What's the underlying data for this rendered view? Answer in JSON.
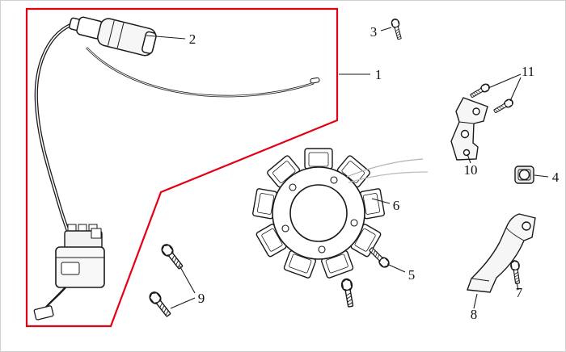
{
  "diagram": {
    "highlight_color": "#e60013",
    "line_color": "#1a1a1a",
    "labels": [
      "1",
      "2",
      "3",
      "4",
      "5",
      "6",
      "7",
      "8",
      "9",
      "10",
      "11"
    ]
  }
}
